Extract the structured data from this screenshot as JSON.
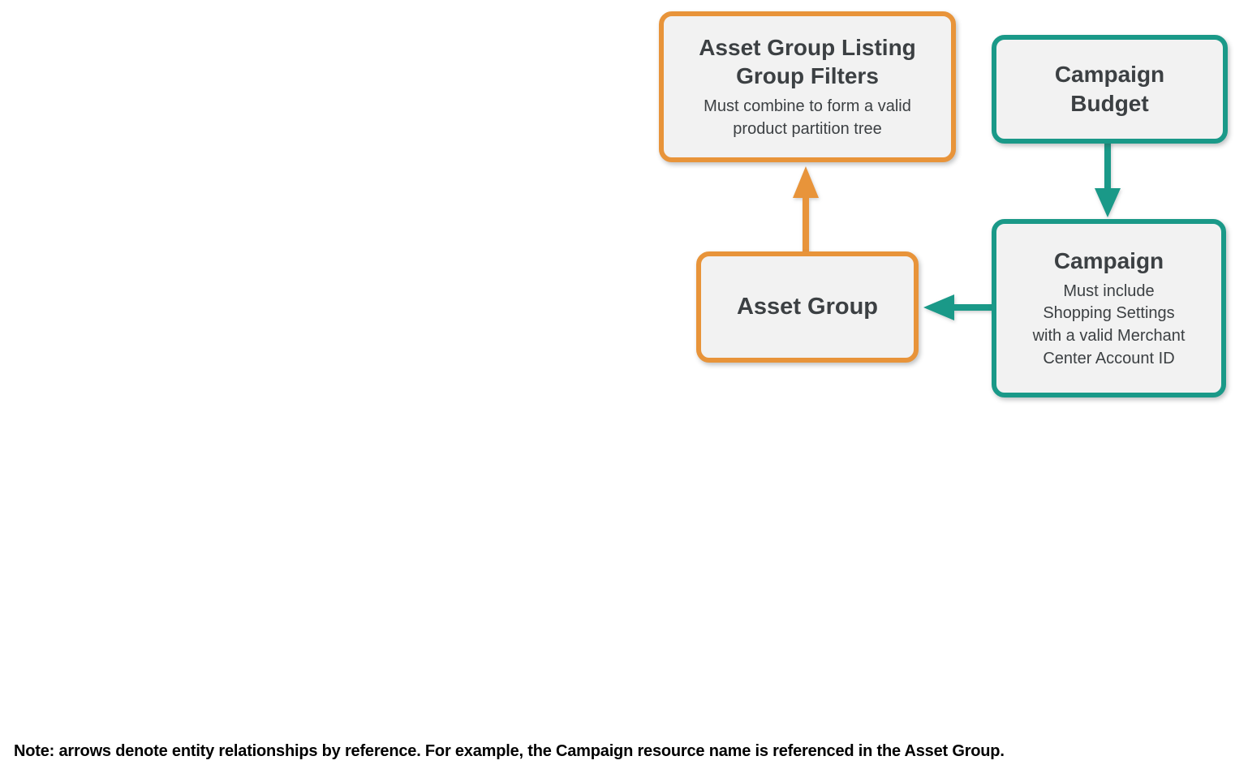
{
  "diagram": {
    "nodes": [
      {
        "id": "asset-group-listing-group-filters",
        "title": "Asset Group Listing\nGroup Filters",
        "subtitle": "Must combine to form a valid\nproduct partition tree",
        "accent": "orange"
      },
      {
        "id": "campaign-budget",
        "title": "Campaign\nBudget",
        "subtitle": "",
        "accent": "teal"
      },
      {
        "id": "campaign",
        "title": "Campaign",
        "subtitle": "Must include\nShopping Settings\nwith a valid Merchant\nCenter Account ID",
        "accent": "teal"
      },
      {
        "id": "asset-group",
        "title": "Asset Group",
        "subtitle": "",
        "accent": "orange"
      }
    ],
    "edges": [
      {
        "from": "campaign-budget",
        "to": "campaign",
        "color": "teal",
        "direction": "down"
      },
      {
        "from": "campaign",
        "to": "asset-group",
        "color": "teal",
        "direction": "left"
      },
      {
        "from": "asset-group",
        "to": "asset-group-listing-group-filters",
        "color": "orange",
        "direction": "up"
      }
    ],
    "colors": {
      "orange": "#E8943A",
      "teal": "#1A9988",
      "box_fill": "#F2F2F2",
      "text": "#3C4043"
    }
  },
  "note": "Note: arrows denote entity relationships by reference. For example, the Campaign resource name is referenced in the Asset Group."
}
